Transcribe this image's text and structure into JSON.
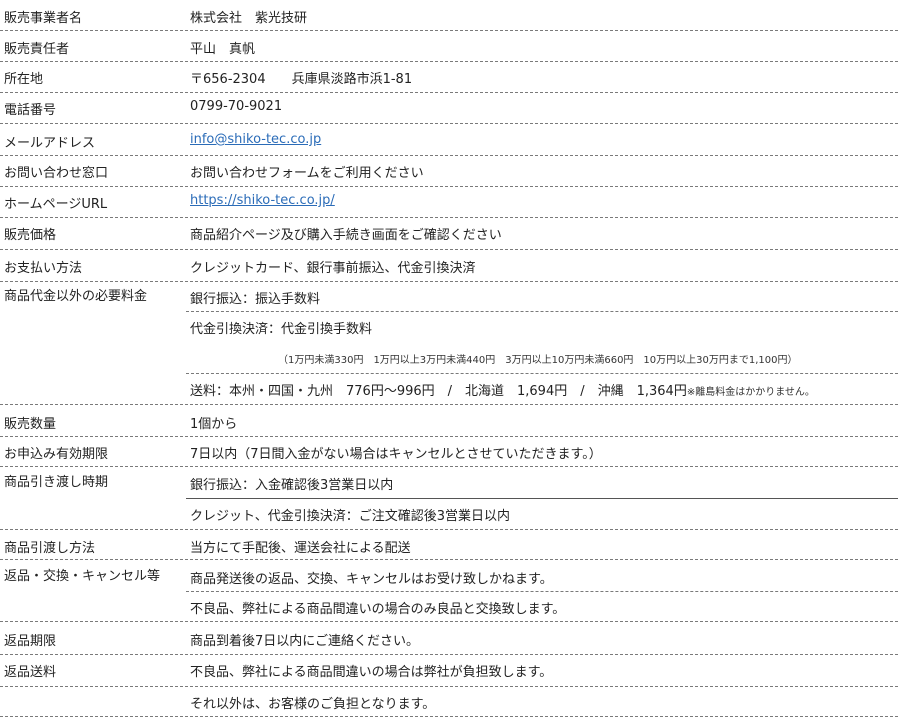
{
  "rows": [
    {
      "label": "販売事業者名",
      "value": "株式会社　紫光技研"
    },
    {
      "label": "販売責任者",
      "value": "平山　真帆"
    },
    {
      "label": "所在地",
      "value": "〒656-2304　　兵庫県淡路市浜1-81"
    },
    {
      "label": "電話番号",
      "value": "0799-70-9021"
    },
    {
      "label": "メールアドレス",
      "value": "info@shiko-tec.co.jp"
    },
    {
      "label": "お問い合わせ窓口",
      "value": "お問い合わせフォームをご利用ください"
    },
    {
      "label": "ホームページURL",
      "value": "https://shiko-tec.co.jp/"
    },
    {
      "label": "販売価格",
      "value": "商品紹介ページ及び購入手続き画面をご確認ください"
    },
    {
      "label": "お支払い方法",
      "value": "クレジットカード、銀行事前振込、代金引換決済"
    },
    {
      "label": "商品代金以外の必要料金",
      "lines": [
        "銀行振込：振込手数料",
        "代金引換決済：代金引換手数料",
        "（1万円未満330円　1万円以上3万円未満440円　3万円以上10万円未満660円　10万円以上30万円まで1,100円）",
        "送料：本州・四国・九州　776円～996円　/　北海道　1,694円　/　沖縄　1,364円",
        "※離島料金はかかりません。"
      ]
    },
    {
      "label": "販売数量",
      "value": "1個から"
    },
    {
      "label": "お申込み有効期限",
      "value": "7日以内（7日間入金がない場合はキャンセルとさせていただきます。）"
    },
    {
      "label": "商品引き渡し時期",
      "lines": [
        "銀行振込：入金確認後3営業日以内",
        "クレジット、代金引換決済：ご注文確認後3営業日以内"
      ]
    },
    {
      "label": "商品引渡し方法",
      "value": "当方にて手配後、運送会社による配送"
    },
    {
      "label": "返品・交換・キャンセル等",
      "lines": [
        "商品発送後の返品、交換、キャンセルはお受け致しかねます。",
        "不良品、弊社による商品間違いの場合のみ良品と交換致します。"
      ]
    },
    {
      "label": "返品期限",
      "value": "商品到着後7日以内にご連絡ください。"
    },
    {
      "label": "返品送料",
      "lines": [
        "不良品、弊社による商品間違いの場合は弊社が負担致します。",
        "それ以外は、お客様のご負担となります。"
      ]
    }
  ]
}
